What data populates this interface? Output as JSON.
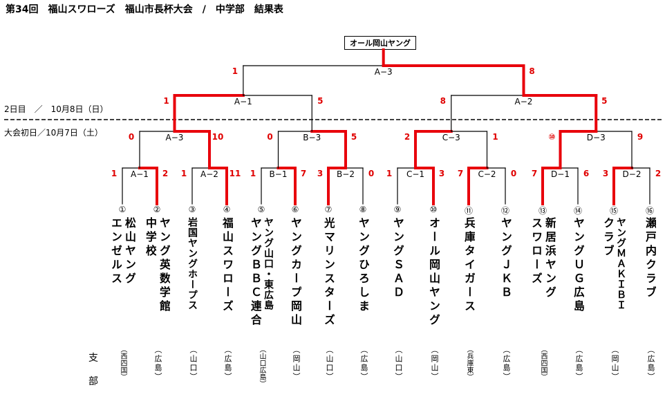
{
  "title": "第34回　福山スワローズ　福山市長杯大会　/　中学部　結果表",
  "day2_label": "2日目　／　10月8日（日）",
  "day1_label": "大会初日／10月7日（土）",
  "champion": "オール岡山ヤング",
  "side_label_1": "支",
  "side_label_2": "部",
  "teams": [
    {
      "seed": "①",
      "name": "松山ヤングエンゼルス",
      "name_lines": [
        "松山ヤング",
        "エンゼルス"
      ],
      "pref": "（西四国）"
    },
    {
      "seed": "②",
      "name": "ヤング英数学館中学校",
      "name_lines": [
        "ヤング英数学館",
        "中学校"
      ],
      "pref": "（広島）"
    },
    {
      "seed": "③",
      "name": "岩国ヤングホープス",
      "name_lines": [
        "岩国ヤングホープス"
      ],
      "pref": "（山口）"
    },
    {
      "seed": "④",
      "name": "福山スワローズ",
      "name_lines": [
        "福山スワローズ"
      ],
      "pref": "（広島）"
    },
    {
      "seed": "⑤",
      "name": "ヤング山口・東広島ヤングＢＢＣ連合",
      "name_lines": [
        "ヤング山口・東広島",
        "ヤングＢＢＣ連合"
      ],
      "pref": "（山口広島）"
    },
    {
      "seed": "⑥",
      "name": "ヤングカープ岡山",
      "name_lines": [
        "ヤングカープ岡山"
      ],
      "pref": "（岡山）"
    },
    {
      "seed": "⑦",
      "name": "光マリンスターズ",
      "name_lines": [
        "光マリンスターズ"
      ],
      "pref": "（山口）"
    },
    {
      "seed": "⑧",
      "name": "ヤングひろしま",
      "name_lines": [
        "ヤングひろしま"
      ],
      "pref": "（広島）"
    },
    {
      "seed": "⑨",
      "name": "ヤングＳＡＤ",
      "name_lines": [
        "ヤングＳＡＤ"
      ],
      "pref": "（山口）"
    },
    {
      "seed": "⑩",
      "name": "オール岡山ヤング",
      "name_lines": [
        "オール岡山ヤング"
      ],
      "pref": "（岡山）"
    },
    {
      "seed": "⑪",
      "name": "兵庫タイガース",
      "name_lines": [
        "兵庫タイガース"
      ],
      "pref": "（兵庫東）"
    },
    {
      "seed": "⑫",
      "name": "ヤングＪＫＢ",
      "name_lines": [
        "ヤングＪＫＢ"
      ],
      "pref": "（広島）"
    },
    {
      "seed": "⑬",
      "name": "新居浜ヤングスワローズ",
      "name_lines": [
        "新居浜ヤング",
        "スワローズ"
      ],
      "pref": "（西四国）"
    },
    {
      "seed": "⑭",
      "name": "ヤングＵＧ広島",
      "name_lines": [
        "ヤングＵＧ広島"
      ],
      "pref": "（広島）"
    },
    {
      "seed": "⑮",
      "name": "ヤングＭＡＫＩＢＩクラブ",
      "name_lines": [
        "ヤングＭＡＫＩＢＩ",
        "クラブ"
      ],
      "pref": "（岡山）"
    },
    {
      "seed": "⑯",
      "name": "瀬戸内クラブ",
      "name_lines": [
        "瀬戸内クラブ"
      ],
      "pref": "（広島）"
    }
  ],
  "matches": [
    {
      "id": "A-1",
      "label": "A−1",
      "score_left": "1",
      "score_right": "2",
      "winner": "right"
    },
    {
      "id": "A-2",
      "label": "A−2",
      "score_left": "1",
      "score_right": "11",
      "winner": "right"
    },
    {
      "id": "B-1",
      "label": "B−1",
      "score_left": "1",
      "score_right": "7",
      "winner": "right"
    },
    {
      "id": "B-2",
      "label": "B−2",
      "score_left": "3",
      "score_right": "0",
      "winner": "left"
    },
    {
      "id": "C-1",
      "label": "C−1",
      "score_left": "1",
      "score_right": "3",
      "winner": "right"
    },
    {
      "id": "C-2",
      "label": "C−2",
      "score_left": "7",
      "score_right": "0",
      "winner": "left"
    },
    {
      "id": "D-1",
      "label": "D−1",
      "score_left": "7",
      "score_right": "6",
      "winner": "left"
    },
    {
      "id": "D-2",
      "label": "D−2",
      "score_left": "3",
      "score_right": "2",
      "winner": "left"
    },
    {
      "id": "A-3",
      "label": "A−3",
      "score_left": "0",
      "score_right": "10",
      "winner": "right"
    },
    {
      "id": "B-3",
      "label": "B−3",
      "score_left": "0",
      "score_right": "5",
      "winner": "right"
    },
    {
      "id": "C-3",
      "label": "C−3",
      "score_left": "2",
      "score_right": "1",
      "winner": "left"
    },
    {
      "id": "D-3",
      "label": "D−3",
      "score_left": "⑩",
      "score_right": "9",
      "winner": "left"
    },
    {
      "id": "A-1b",
      "label": "A−1",
      "score_left": "1",
      "score_right": "5",
      "winner": "left"
    },
    {
      "id": "A-2b",
      "label": "A−2",
      "score_left": "8",
      "score_right": "5",
      "winner": "right"
    },
    {
      "id": "final",
      "label": "A−3",
      "score_left": "1",
      "score_right": "8",
      "winner": "right"
    }
  ],
  "colors": {
    "win_line": "#e8000b",
    "line": "#000000",
    "score": "#e00000"
  }
}
